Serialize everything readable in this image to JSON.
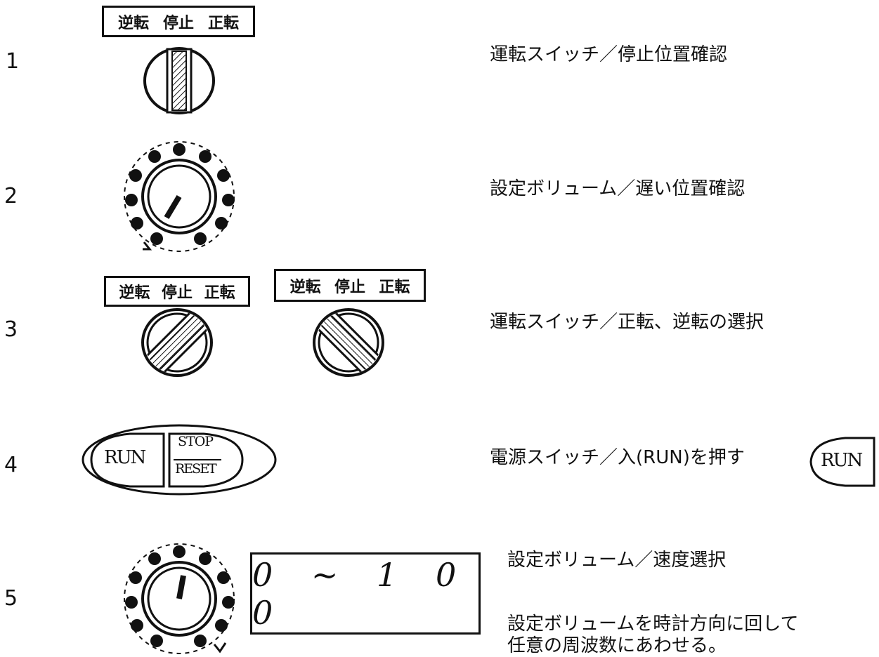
{
  "steps": [
    {
      "number": "1",
      "description": "運転スイッチ／停止位置確認"
    },
    {
      "number": "2",
      "description": "設定ボリューム／遅い位置確認"
    },
    {
      "number": "3",
      "description": "運転スイッチ／正転、逆転の選択"
    },
    {
      "number": "4",
      "description": "電源スイッチ／入(RUN)を押す"
    },
    {
      "number": "5",
      "description": "設定ボリューム／速度選択",
      "note_line1": "設定ボリュームを時計方向に回して",
      "note_line2": "任意の周波数にあわせる。"
    }
  ],
  "switch_labels": {
    "reverse": "逆転",
    "stop": "停止",
    "forward": "正転"
  },
  "buttons": {
    "run": "RUN",
    "stop_top": "STOP",
    "stop_bottom": "RESET"
  },
  "display": {
    "range": "0 ~ 1 0 0"
  }
}
